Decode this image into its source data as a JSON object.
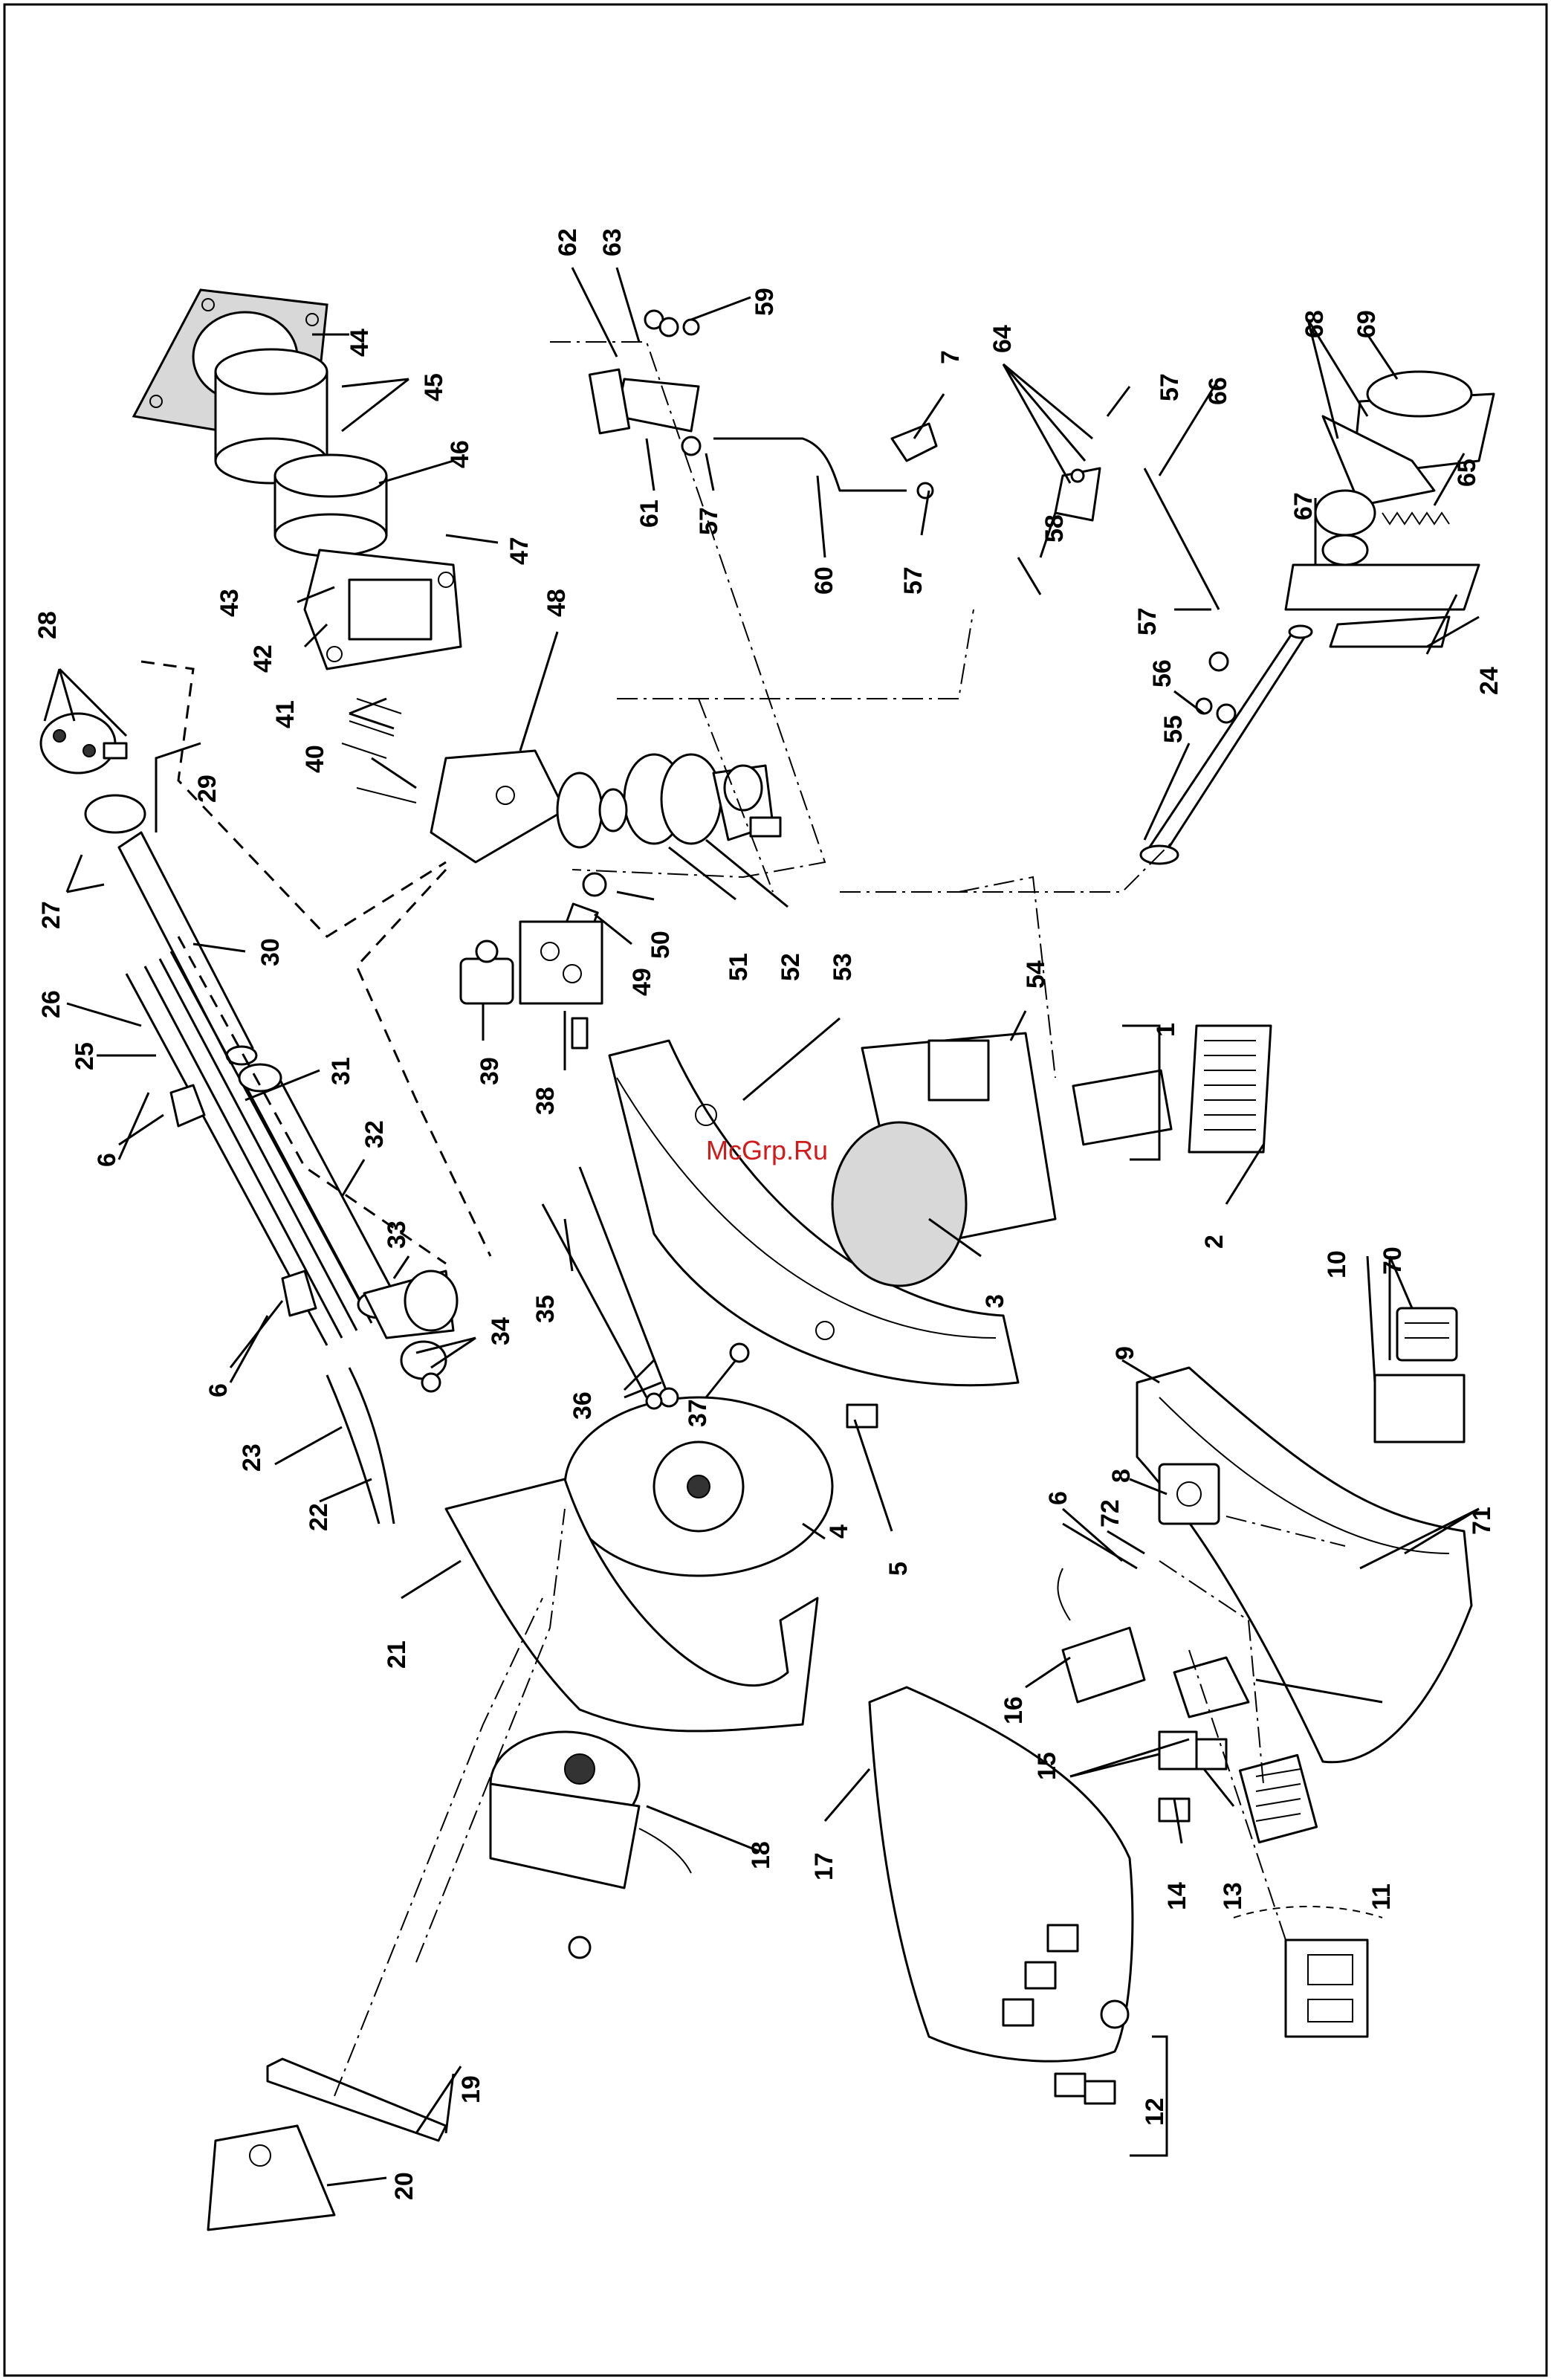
{
  "watermark": "McGrp.Ru",
  "callouts": {
    "c1": "1",
    "c2": "2",
    "c3": "3",
    "c4": "4",
    "c5": "5",
    "c6a": "6",
    "c6b": "6",
    "c6c": "6",
    "c7": "7",
    "c8": "8",
    "c9": "9",
    "c10": "10",
    "c11": "11",
    "c12": "12",
    "c13": "13",
    "c14": "14",
    "c15": "15",
    "c16": "16",
    "c17": "17",
    "c18": "18",
    "c19": "19",
    "c20": "20",
    "c21": "21",
    "c22": "22",
    "c23": "23",
    "c24": "24",
    "c25": "25",
    "c26": "26",
    "c27": "27",
    "c28": "28",
    "c29": "29",
    "c30": "30",
    "c31": "31",
    "c32": "32",
    "c33": "33",
    "c34": "34",
    "c35": "35",
    "c36": "36",
    "c37": "37",
    "c38": "38",
    "c39": "39",
    "c40": "40",
    "c41": "41",
    "c42": "42",
    "c43": "43",
    "c44": "44",
    "c45": "45",
    "c46": "46",
    "c47": "47",
    "c48": "48",
    "c49": "49",
    "c50": "50",
    "c51": "51",
    "c52": "52",
    "c53": "53",
    "c54": "54",
    "c55": "55",
    "c56": "56",
    "c57a": "57",
    "c57b": "57",
    "c57c": "57",
    "c57d": "57",
    "c58": "58",
    "c59": "59",
    "c60": "60",
    "c61": "61",
    "c62": "62",
    "c63": "63",
    "c64": "64",
    "c65": "65",
    "c66": "66",
    "c67": "67",
    "c68": "68",
    "c69": "69",
    "c70": "70",
    "c71": "71",
    "c72": "72"
  }
}
